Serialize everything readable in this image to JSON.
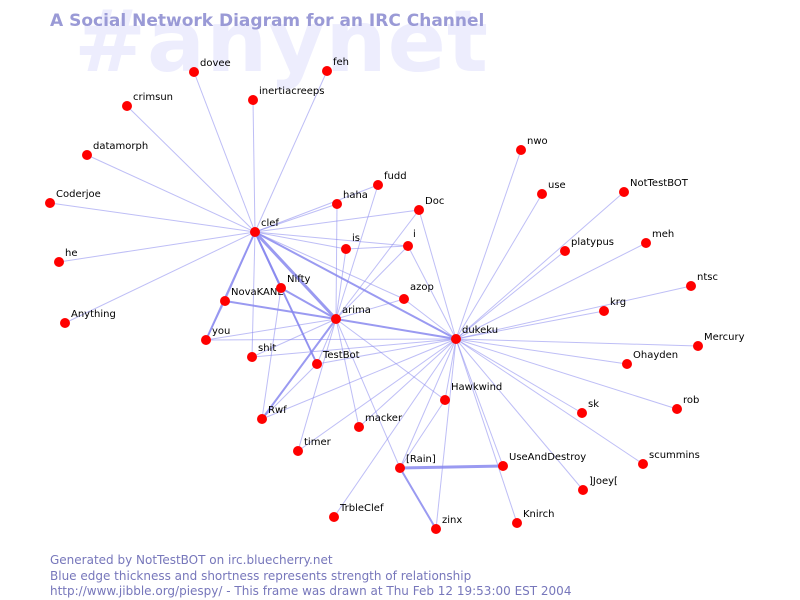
{
  "watermark": "#anynet",
  "title": "A Social Network Diagram for an IRC Channel",
  "footer": {
    "line1": "Generated by NotTestBOT on irc.bluecherry.net",
    "line2": "Blue edge thickness and shortness represents strength of relationship",
    "line3": "http://www.jibble.org/piespy/ - This frame was drawn at Thu Feb 12 19:53:00 EST 2004"
  },
  "colors": {
    "node": "#ff0000",
    "edge": "#8888ee",
    "title": "#9a9ad6",
    "watermark": "#ededfd",
    "footer": "#7777bb"
  },
  "nodes": [
    "dovee",
    "feh",
    "crimsun",
    "inertiacreeps",
    "datamorph",
    "Coderjoe",
    "he",
    "Anything",
    "clef",
    "haha",
    "fudd",
    "Doc",
    "is",
    "i",
    "NovaKANE",
    "Nifty",
    "arima",
    "azop",
    "you",
    "shit",
    "TestBot",
    "Rwf",
    "timer",
    "macker",
    "Hawkwind",
    "dukeku",
    "nwo",
    "use",
    "NotTestBOT",
    "platypus",
    "meh",
    "ntsc",
    "krg",
    "Mercury",
    "Ohayden",
    "rob",
    "sk",
    "scummins",
    "]Joey[",
    "UseAndDestroy",
    "[Rain]",
    "TrbleClef",
    "zinx",
    "Knirch"
  ],
  "edges": [
    {
      "a": "clef",
      "b": "dovee",
      "w": 1
    },
    {
      "a": "clef",
      "b": "feh",
      "w": 1
    },
    {
      "a": "clef",
      "b": "crimsun",
      "w": 1
    },
    {
      "a": "clef",
      "b": "inertiacreeps",
      "w": 1
    },
    {
      "a": "clef",
      "b": "datamorph",
      "w": 1
    },
    {
      "a": "clef",
      "b": "Coderjoe",
      "w": 1
    },
    {
      "a": "clef",
      "b": "he",
      "w": 1
    },
    {
      "a": "clef",
      "b": "Anything",
      "w": 1
    },
    {
      "a": "clef",
      "b": "haha",
      "w": 1
    },
    {
      "a": "clef",
      "b": "fudd",
      "w": 1
    },
    {
      "a": "clef",
      "b": "Doc",
      "w": 1
    },
    {
      "a": "clef",
      "b": "is",
      "w": 1
    },
    {
      "a": "clef",
      "b": "i",
      "w": 1
    },
    {
      "a": "clef",
      "b": "NovaKANE",
      "w": 1
    },
    {
      "a": "clef",
      "b": "Nifty",
      "w": 2
    },
    {
      "a": "clef",
      "b": "arima",
      "w": 3
    },
    {
      "a": "clef",
      "b": "azop",
      "w": 1
    },
    {
      "a": "clef",
      "b": "you",
      "w": 2
    },
    {
      "a": "clef",
      "b": "shit",
      "w": 1
    },
    {
      "a": "clef",
      "b": "TestBot",
      "w": 2
    },
    {
      "a": "clef",
      "b": "dukeku",
      "w": 2
    },
    {
      "a": "NovaKANE",
      "b": "arima",
      "w": 2
    },
    {
      "a": "NovaKANE",
      "b": "you",
      "w": 1
    },
    {
      "a": "Nifty",
      "b": "arima",
      "w": 2
    },
    {
      "a": "Nifty",
      "b": "Rwf",
      "w": 1
    },
    {
      "a": "Nifty",
      "b": "TestBot",
      "w": 1
    },
    {
      "a": "arima",
      "b": "haha",
      "w": 1
    },
    {
      "a": "arima",
      "b": "fudd",
      "w": 1
    },
    {
      "a": "arima",
      "b": "Doc",
      "w": 1
    },
    {
      "a": "arima",
      "b": "is",
      "w": 1
    },
    {
      "a": "arima",
      "b": "i",
      "w": 1
    },
    {
      "a": "arima",
      "b": "azop",
      "w": 1
    },
    {
      "a": "arima",
      "b": "shit",
      "w": 1
    },
    {
      "a": "arima",
      "b": "TestBot",
      "w": 1
    },
    {
      "a": "arima",
      "b": "Rwf",
      "w": 2
    },
    {
      "a": "arima",
      "b": "timer",
      "w": 1
    },
    {
      "a": "arima",
      "b": "macker",
      "w": 1
    },
    {
      "a": "arima",
      "b": "Hawkwind",
      "w": 1
    },
    {
      "a": "arima",
      "b": "dukeku",
      "w": 2
    },
    {
      "a": "arima",
      "b": "[Rain]",
      "w": 1
    },
    {
      "a": "arima",
      "b": "you",
      "w": 1
    },
    {
      "a": "i",
      "b": "dukeku",
      "w": 1
    },
    {
      "a": "azop",
      "b": "dukeku",
      "w": 1
    },
    {
      "a": "Doc",
      "b": "dukeku",
      "w": 1
    },
    {
      "a": "is",
      "b": "i",
      "w": 1
    },
    {
      "a": "dukeku",
      "b": "nwo",
      "w": 1
    },
    {
      "a": "dukeku",
      "b": "use",
      "w": 1
    },
    {
      "a": "dukeku",
      "b": "NotTestBOT",
      "w": 1
    },
    {
      "a": "dukeku",
      "b": "platypus",
      "w": 1
    },
    {
      "a": "dukeku",
      "b": "meh",
      "w": 1
    },
    {
      "a": "dukeku",
      "b": "ntsc",
      "w": 1
    },
    {
      "a": "dukeku",
      "b": "krg",
      "w": 1
    },
    {
      "a": "dukeku",
      "b": "Mercury",
      "w": 1
    },
    {
      "a": "dukeku",
      "b": "Ohayden",
      "w": 1
    },
    {
      "a": "dukeku",
      "b": "rob",
      "w": 1
    },
    {
      "a": "dukeku",
      "b": "sk",
      "w": 1
    },
    {
      "a": "dukeku",
      "b": "scummins",
      "w": 1
    },
    {
      "a": "dukeku",
      "b": "]Joey[",
      "w": 1
    },
    {
      "a": "dukeku",
      "b": "UseAndDestroy",
      "w": 1
    },
    {
      "a": "dukeku",
      "b": "Knirch",
      "w": 1
    },
    {
      "a": "dukeku",
      "b": "zinx",
      "w": 1
    },
    {
      "a": "dukeku",
      "b": "TrbleClef",
      "w": 1
    },
    {
      "a": "dukeku",
      "b": "[Rain]",
      "w": 1
    },
    {
      "a": "dukeku",
      "b": "Hawkwind",
      "w": 1
    },
    {
      "a": "dukeku",
      "b": "macker",
      "w": 1
    },
    {
      "a": "dukeku",
      "b": "timer",
      "w": 1
    },
    {
      "a": "dukeku",
      "b": "Rwf",
      "w": 1
    },
    {
      "a": "dukeku",
      "b": "TestBot",
      "w": 1
    },
    {
      "a": "dukeku",
      "b": "shit",
      "w": 1
    },
    {
      "a": "dukeku",
      "b": "you",
      "w": 1
    },
    {
      "a": "[Rain]",
      "b": "UseAndDestroy",
      "w": 3
    },
    {
      "a": "[Rain]",
      "b": "zinx",
      "w": 2
    },
    {
      "a": "Hawkwind",
      "b": "[Rain]",
      "w": 1
    },
    {
      "a": "TestBot",
      "b": "Rwf",
      "w": 1
    }
  ]
}
